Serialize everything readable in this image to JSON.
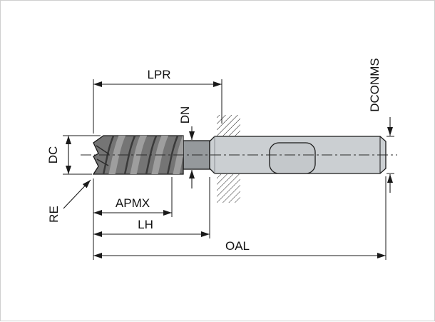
{
  "diagram": {
    "labels": {
      "lpr": "LPR",
      "dn": "DN",
      "dconms": "DCONMS",
      "dc": "DC",
      "re": "RE",
      "apmx": "APMX",
      "lh": "LH",
      "oal": "OAL"
    },
    "colors": {
      "background": "#ffffff",
      "outline": "#1a1a1a",
      "flute": "#757575",
      "flute_shadow": "#3a3a3a",
      "flute_highlight": "#9e9e9e",
      "neck": "#95999c",
      "shank": "#cbcfd2",
      "flat": "#c4c8cb"
    }
  }
}
